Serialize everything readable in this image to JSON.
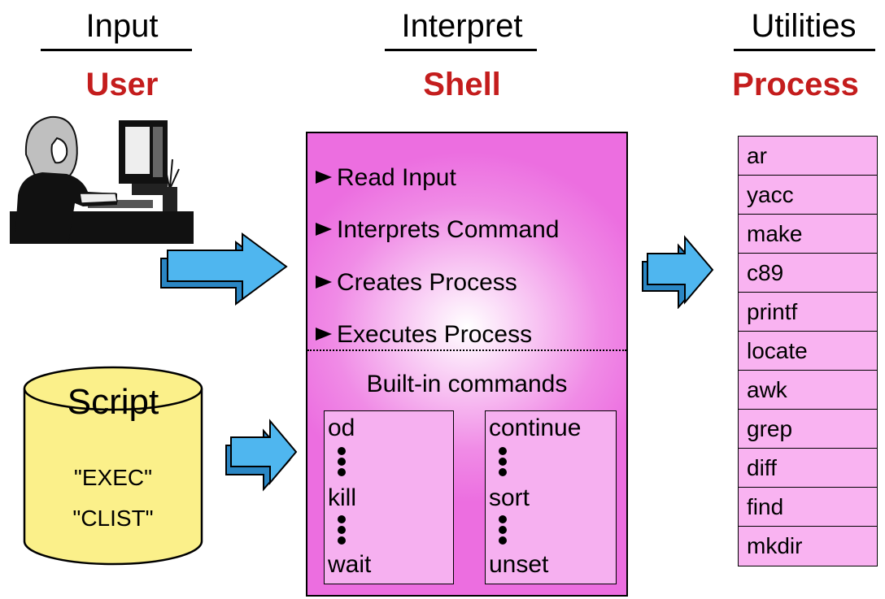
{
  "columns": {
    "input": {
      "heading": "Input",
      "subheading": "User"
    },
    "interpret": {
      "heading": "Interpret",
      "subheading": "Shell"
    },
    "utilities": {
      "heading": "Utilities",
      "subheading": "Process"
    }
  },
  "shell": {
    "steps": [
      "Read Input",
      "Interprets Command",
      "Creates Process",
      "Executes Process"
    ],
    "builtin_title": "Built-in commands",
    "builtin_left": [
      "od",
      "kill",
      "wait"
    ],
    "builtin_right": [
      "continue",
      "sort",
      "unset"
    ]
  },
  "script": {
    "title": "Script",
    "lines": [
      "\"EXEC\"",
      "\"CLIST\""
    ]
  },
  "processes": [
    "ar",
    "yacc",
    "make",
    "c89",
    "printf",
    "locate",
    "awk",
    "grep",
    "diff",
    "find",
    "mkdir"
  ],
  "colors": {
    "accent_red": "#c41d1d",
    "shell_pink": "#ec6ee0",
    "process_pink": "#f9b3f1",
    "arrow_blue": "#4fb6ef",
    "script_yellow": "#fbf08a"
  }
}
